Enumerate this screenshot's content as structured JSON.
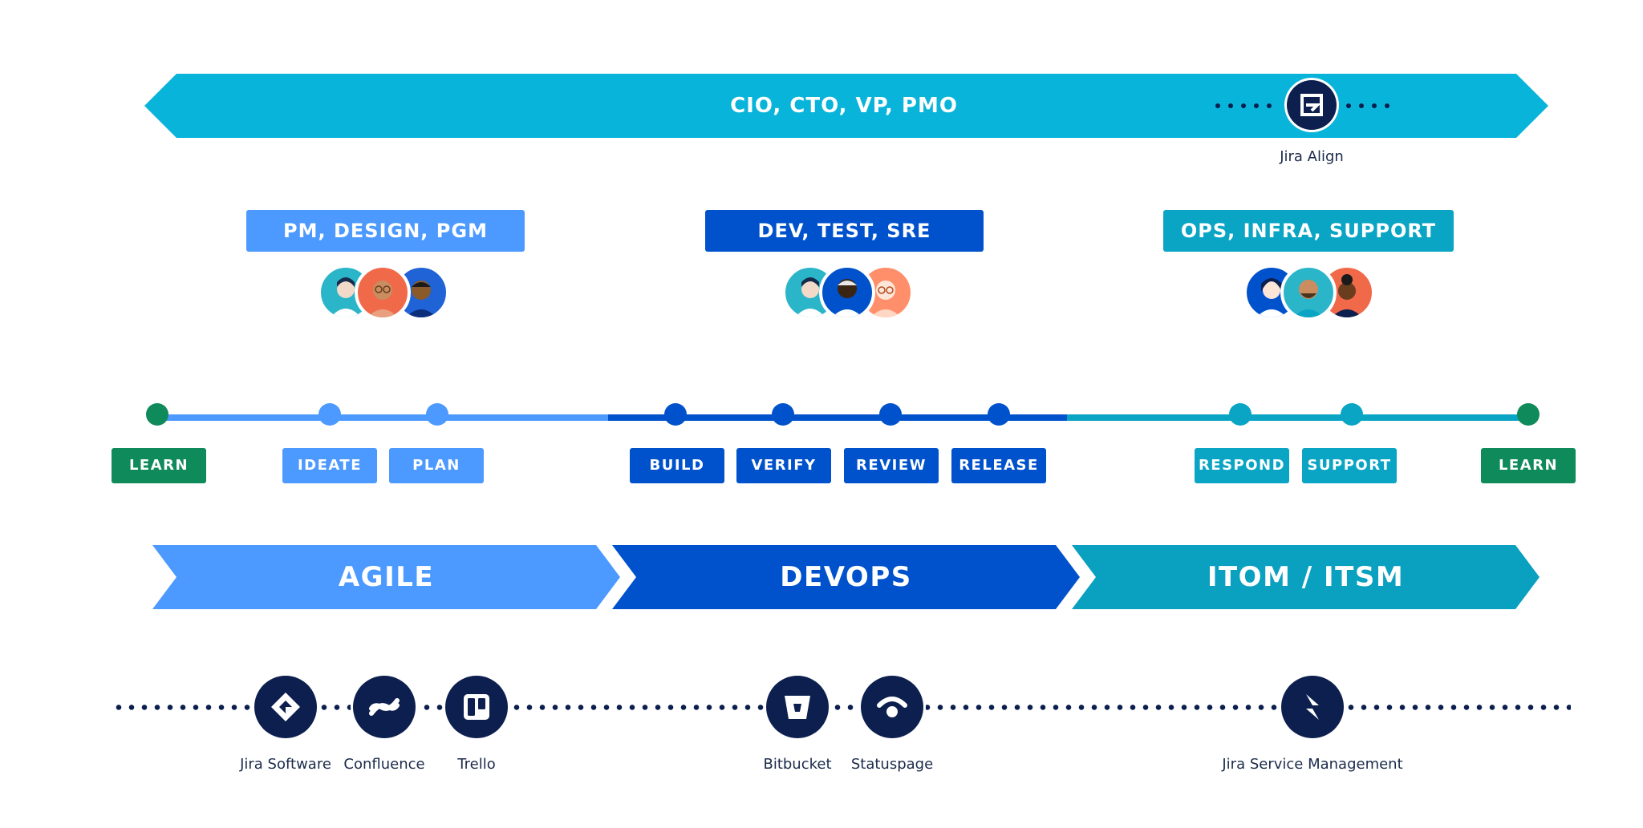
{
  "banner": {
    "label": "CIO, CTO, VP, PMO"
  },
  "top_product": {
    "label": "Jira Align",
    "icon": "jira-align-icon"
  },
  "teams": [
    {
      "label": "PM, DESIGN, PGM",
      "color": "#4c9aff"
    },
    {
      "label": "DEV, TEST, SRE",
      "color": "#0052cc"
    },
    {
      "label": "OPS, INFRA, SUPPORT",
      "color": "#0aa5c4"
    }
  ],
  "stages": {
    "learn_start": "LEARN",
    "ideate": "IDEATE",
    "plan": "PLAN",
    "build": "BUILD",
    "verify": "VERIFY",
    "review": "REVIEW",
    "release": "RELEASE",
    "respond": "RESPOND",
    "support": "SUPPORT",
    "learn_end": "LEARN"
  },
  "phases": [
    {
      "label": "AGILE",
      "color": "#4c9aff"
    },
    {
      "label": "DEVOPS",
      "color": "#0052cc"
    },
    {
      "label": "ITOM / ITSM",
      "color": "#0aa0c0"
    }
  ],
  "products": [
    {
      "label": "Jira Software",
      "icon": "jira-software-icon"
    },
    {
      "label": "Confluence",
      "icon": "confluence-icon"
    },
    {
      "label": "Trello",
      "icon": "trello-icon"
    },
    {
      "label": "Bitbucket",
      "icon": "bitbucket-icon"
    },
    {
      "label": "Statuspage",
      "icon": "statuspage-icon"
    },
    {
      "label": "Jira Service Management",
      "icon": "jira-service-management-icon"
    }
  ],
  "colors": {
    "green": "#0f8a5a",
    "light_blue": "#4c9aff",
    "dark_blue": "#0052cc",
    "teal": "#0aa5c4",
    "navy": "#0c1f4e"
  }
}
